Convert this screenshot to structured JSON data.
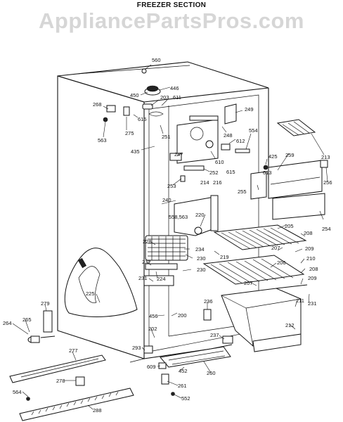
{
  "header": {
    "title": "FREEZER SECTION",
    "watermark": "AppliancePartsPros.com"
  },
  "parts": [
    "560",
    "446",
    "450",
    "611",
    "203",
    "268",
    "615",
    "275",
    "249",
    "563",
    "251",
    "248",
    "612",
    "554",
    "435",
    "247",
    "610",
    "615",
    "425",
    "213",
    "259",
    "613",
    "256",
    "252",
    "253",
    "214",
    "216",
    "255",
    "240",
    "220",
    "558,563",
    "254",
    "228",
    "205",
    "208",
    "234",
    "209",
    "207",
    "232",
    "230",
    "219",
    "210",
    "206",
    "224",
    "231",
    "230",
    "208",
    "207",
    "209",
    "225",
    "231",
    "211",
    "279",
    "236",
    "456",
    "200",
    "264",
    "265",
    "202",
    "212",
    "237",
    "293",
    "277",
    "609",
    "452",
    "260",
    "278",
    "564",
    "261",
    "552",
    "288"
  ]
}
